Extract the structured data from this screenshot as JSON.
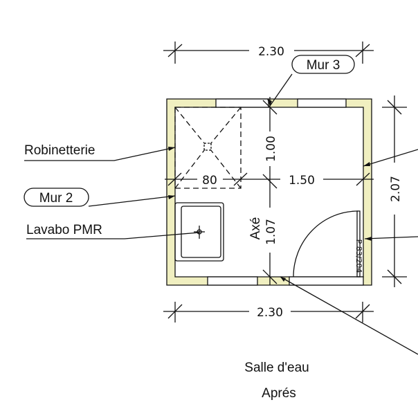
{
  "title": "Salle d'eau",
  "subtitle": "Aprés",
  "dimensions": {
    "top_width": "2.30",
    "bottom_width": "2.30",
    "right_height": "2.07",
    "shower_depth": "1.00",
    "axis_height": "1.07",
    "shower_width": "80",
    "clear_width": "1.50"
  },
  "labels": {
    "robinetterie": "Robinetterie",
    "mur2": "Mur 2",
    "mur3": "Mur 3",
    "lavabo": "Lavabo PMR",
    "axe": "Axé",
    "door_ref": "P 83/204"
  },
  "colors": {
    "wall_fill": "#f0efc0",
    "line": "#111111"
  }
}
